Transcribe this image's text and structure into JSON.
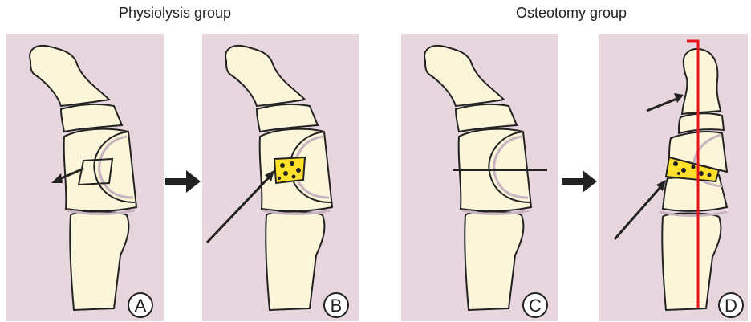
{
  "groups": {
    "physiolysis": "Physiolysis group",
    "osteotomy": "Osteotomy group"
  },
  "panels": [
    {
      "label": "A"
    },
    {
      "label": "B"
    },
    {
      "label": "C"
    },
    {
      "label": "D"
    }
  ],
  "colors": {
    "panel_bg": "#e8d6de",
    "bone_fill": "#fbf5d9",
    "bone_outline": "#222222",
    "cartilage": "#c8b4c0",
    "graft_fill": "#ffe02a",
    "axis_line": "#e8141c"
  }
}
